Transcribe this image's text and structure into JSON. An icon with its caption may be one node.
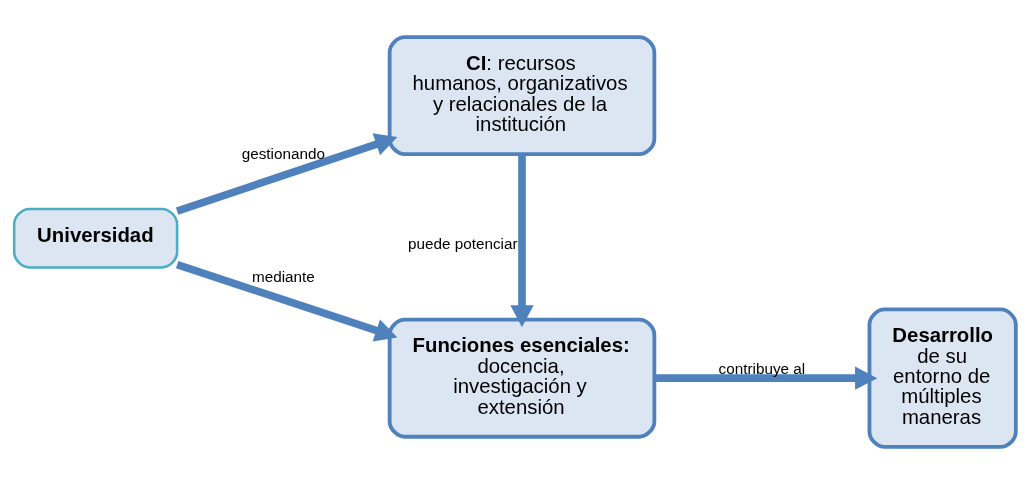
{
  "diagram": {
    "nodes": [
      {
        "text": [
          "Universidad"
        ]
      },
      {
        "text": [
          "Funciones esenciales:",
          "docencia, investigación y extensión"
        ]
      },
      {
        "text": [
          "Desarrollo",
          "de su entorno de múltiples maneras"
        ]
      },
      {
        "text": [
          "**CI**: recursos humanos, organizativos y relacionales de la institución"
        ]
      }
    ],
    "edges": [
      {
        "from": 0,
        "to": 1,
        "arrow": "to",
        "label": "mediante"
      },
      {
        "from": 0,
        "to": 3,
        "arrow": "to",
        "label": "gestionando"
      },
      {
        "from": 3,
        "to": 1,
        "arrow": "to",
        "label": "puede potenciar"
      },
      {
        "from": 1,
        "to": 2,
        "arrow": "to",
        "label": "contribuye al"
      }
    ]
  }
}
